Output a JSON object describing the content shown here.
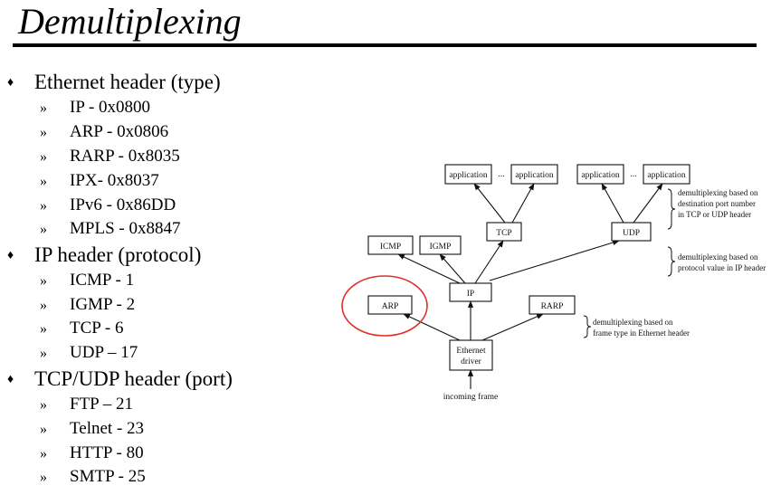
{
  "title": "Demultiplexing",
  "bullet_marker": "♦",
  "sub_marker": "»",
  "sections": [
    {
      "label": "Ethernet  header (type)",
      "items": [
        "IP - 0x0800",
        "ARP - 0x0806",
        "RARP - 0x8035",
        "IPX- 0x8037",
        "IPv6 - 0x86DD",
        "MPLS - 0x8847"
      ]
    },
    {
      "label": "IP header (protocol)",
      "items": [
        "ICMP - 1",
        "IGMP - 2",
        "TCP - 6",
        "UDP – 17"
      ]
    },
    {
      "label": "TCP/UDP header (port)",
      "items": [
        "FTP – 21",
        "Telnet - 23",
        "HTTP - 80",
        "SMTP - 25"
      ]
    }
  ],
  "diagram": {
    "boxes": {
      "app1": "application",
      "app2": "application",
      "app3": "application",
      "app4": "application",
      "dots1": "...",
      "dots2": "...",
      "tcp": "TCP",
      "udp": "UDP",
      "icmp": "ICMP",
      "igmp": "IGMP",
      "ip": "IP",
      "arp": "ARP",
      "rarp": "RARP",
      "eth_line1": "Ethernet",
      "eth_line2": "driver",
      "incoming": "incoming frame"
    },
    "notes": {
      "port": [
        "demultiplexing based on",
        "destination port number",
        "in TCP or UDP header"
      ],
      "protocol": [
        "demultiplexing based on",
        "protocol value in IP header"
      ],
      "frame": [
        "demultiplexing based on",
        "frame type in Ethernet header"
      ]
    },
    "highlight_color": "#e0302a"
  }
}
